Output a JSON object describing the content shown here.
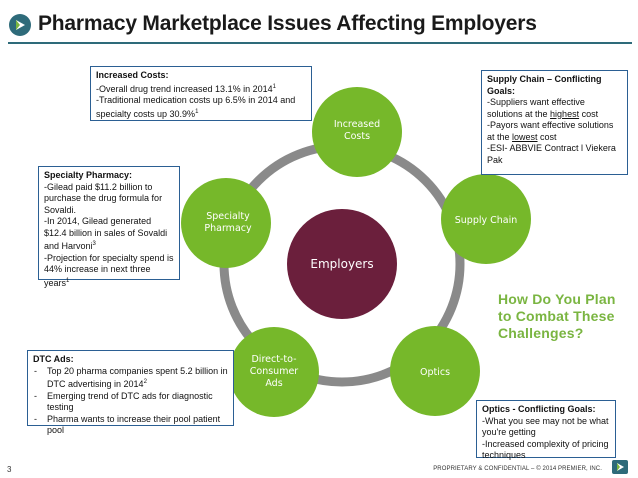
{
  "header": {
    "title": "Pharmacy Marketplace Issues Affecting Employers"
  },
  "diagram": {
    "center": "Employers",
    "nodes": {
      "increased_costs": [
        "Increased",
        "Costs"
      ],
      "supply_chain": [
        "Supply Chain"
      ],
      "optics": [
        "Optics"
      ],
      "dtc_ads": [
        "Direct-to-",
        "Consumer",
        "Ads"
      ],
      "specialty_pharmacy": [
        "Specialty",
        "Pharmacy"
      ]
    },
    "colors": {
      "outer_node": "#76b82a",
      "center_node": "#6b1f3c",
      "ring": "#8a8a8a",
      "callout_border": "#2b5f93",
      "title_rule": "#2e6b7a",
      "cta": "#7ab541"
    }
  },
  "callouts": {
    "increased_costs": {
      "heading": "Increased Costs:",
      "line1": "-Overall drug trend increased 13.1% in 2014",
      "line1_sup": "1",
      "line2": "-Traditional medication costs up 6.5% in 2014 and specialty costs up 30.9%",
      "line2_sup": "1"
    },
    "supply_chain": {
      "heading": "Supply Chain – Conflicting Goals:",
      "line1_pre": "-Suppliers want effective solutions at the ",
      "line1_u": "highest",
      "line1_post": " cost",
      "line2_pre": "-Payors want effective solutions at the ",
      "line2_u": "lowest",
      "line2_post": " cost",
      "line3": "-ESI- ABBVIE Contract l Viekera Pak"
    },
    "specialty_pharmacy": {
      "heading": "Specialty Pharmacy:",
      "line1": "-Gilead paid $11.2 billion to purchase the drug formula for Sovaldi.",
      "line2": "-In 2014, Gilead generated $12.4 billion in sales of Sovaldi and Harvoni",
      "line2_sup": "3",
      "line3": "-Projection for specialty spend is 44% increase in next three years",
      "line3_sup": "1"
    },
    "dtc_ads": {
      "heading": "DTC Ads:",
      "item1": "Top 20 pharma companies spent 5.2 billion in DTC advertising in 2014",
      "item1_sup": "2",
      "item2": "Emerging trend of DTC ads for diagnostic testing",
      "item3": "Pharma wants to increase their pool patient pool"
    },
    "optics": {
      "heading": "Optics - Conflicting Goals:",
      "line1": "-What you see may not be what you're getting",
      "line2": "-Increased complexity of pricing techniques"
    }
  },
  "cta": {
    "line1": "How Do You Plan",
    "line2": "to Combat These",
    "line3": "Challenges?"
  },
  "footer": {
    "page_number": "3",
    "copyright": "PROPRIETARY & CONFIDENTIAL – © 2014 PREMIER, INC."
  },
  "icons": {
    "title_logo": "premier-logo-icon",
    "footer_logo": "premier-logo-icon"
  }
}
